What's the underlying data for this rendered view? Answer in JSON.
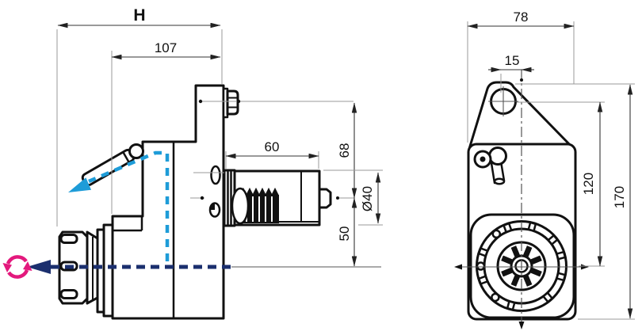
{
  "side_view": {
    "dims": {
      "overall_length": "H",
      "head_length": "107",
      "shank_length": "60",
      "bolt_to_shank_axis": "68",
      "shank_diameter": "Ø40",
      "shank_axis_to_spindle_axis": "50"
    }
  },
  "front_view": {
    "dims": {
      "overall_width": "78",
      "hole_offset": "15",
      "hole_to_axis": "120",
      "overall_height": "170"
    }
  },
  "colors": {
    "outline": "#111111",
    "coolant_flow": "#1E9CD8",
    "spindle_axis": "#1B2F6E",
    "rotation_symbol": "#E3197D"
  },
  "icons": {
    "rotation": "rotation-arrows-icon",
    "coolant": "coolant-flow-arrow-icon",
    "axis": "axis-arrow-icon"
  }
}
